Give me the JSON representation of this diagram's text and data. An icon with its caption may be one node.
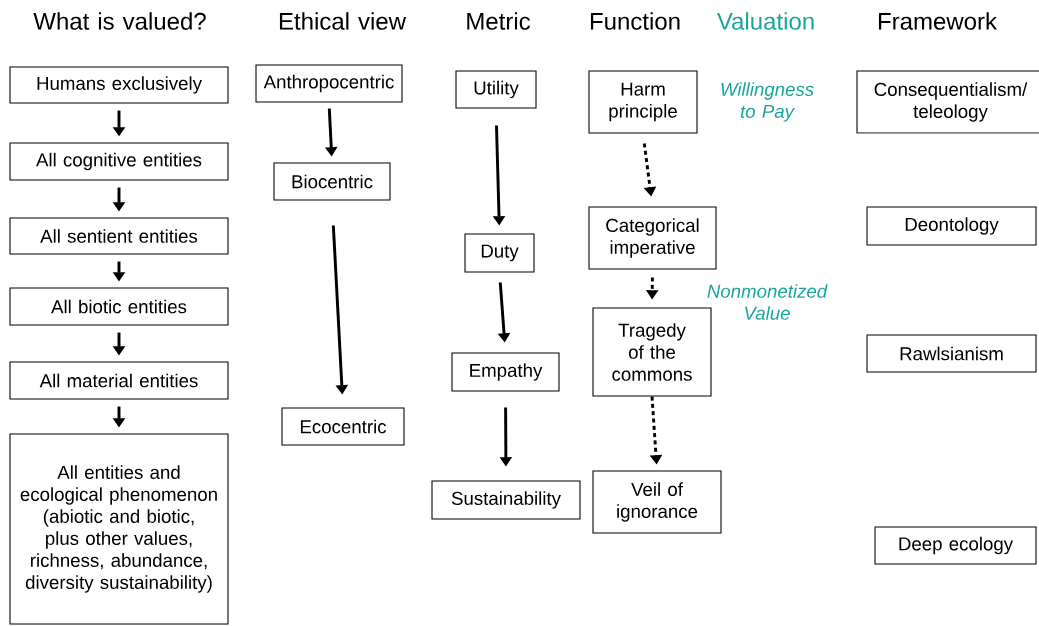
{
  "diagram": {
    "nodes": [
      {
        "text": [
          "Humans exclusively"
        ]
      },
      {
        "text": [
          "All cognitive entities"
        ]
      },
      {
        "text": [
          "All sentient entities"
        ]
      },
      {
        "text": [
          "All biotic entities"
        ]
      },
      {
        "text": [
          "All material entities"
        ]
      },
      {
        "text": [
          "All entities and ecological phenomenon (abiotic and biotic, plus other values, richness, abundance, diversity sustainability)"
        ]
      },
      {
        "text": [
          "Anthropocentric"
        ]
      },
      {
        "text": [
          "Biocentric"
        ]
      },
      {
        "text": [
          "Ecocentric"
        ]
      },
      {
        "text": [
          "Utility"
        ]
      },
      {
        "text": [
          "Duty"
        ]
      },
      {
        "text": [
          "Empathy"
        ]
      },
      {
        "text": [
          "Sustainability"
        ]
      },
      {
        "text": [
          "Harm principle"
        ]
      },
      {
        "text": [
          "Categorical imperative"
        ]
      },
      {
        "text": [
          "Tragedy of the commons"
        ]
      },
      {
        "text": [
          "Veil of ignorance"
        ]
      },
      {
        "text": [
          "Consequentialism/ teleology"
        ]
      },
      {
        "text": [
          "Deontology"
        ]
      },
      {
        "text": [
          "Rawlsianism"
        ]
      },
      {
        "text": [
          "Deep ecology"
        ]
      }
    ],
    "edges": [
      {
        "from": 0,
        "to": 1,
        "arrow": "to"
      },
      {
        "from": 1,
        "to": 2,
        "arrow": "to"
      },
      {
        "from": 2,
        "to": 3,
        "arrow": "to"
      },
      {
        "from": 3,
        "to": 4,
        "arrow": "to"
      },
      {
        "from": 4,
        "to": 5,
        "arrow": "to"
      },
      {
        "from": 6,
        "to": 7,
        "arrow": "to"
      },
      {
        "from": 7,
        "to": 8,
        "arrow": "to"
      },
      {
        "from": 9,
        "to": 10,
        "arrow": "to"
      },
      {
        "from": 10,
        "to": 11,
        "arrow": "to"
      },
      {
        "from": 11,
        "to": 12,
        "arrow": "to"
      },
      {
        "from": 13,
        "to": 14,
        "arrow": "to",
        "style": "dashed"
      },
      {
        "from": 14,
        "to": 15,
        "arrow": "to",
        "style": "dashed"
      },
      {
        "from": 15,
        "to": 16,
        "arrow": "to",
        "style": "dashed"
      }
    ],
    "labels": [
      "What is valued?",
      "Ethical view",
      "Metric",
      "Function",
      "Valuation",
      "Framework",
      "Willingness to Pay",
      "Nonmonetized Value"
    ]
  }
}
